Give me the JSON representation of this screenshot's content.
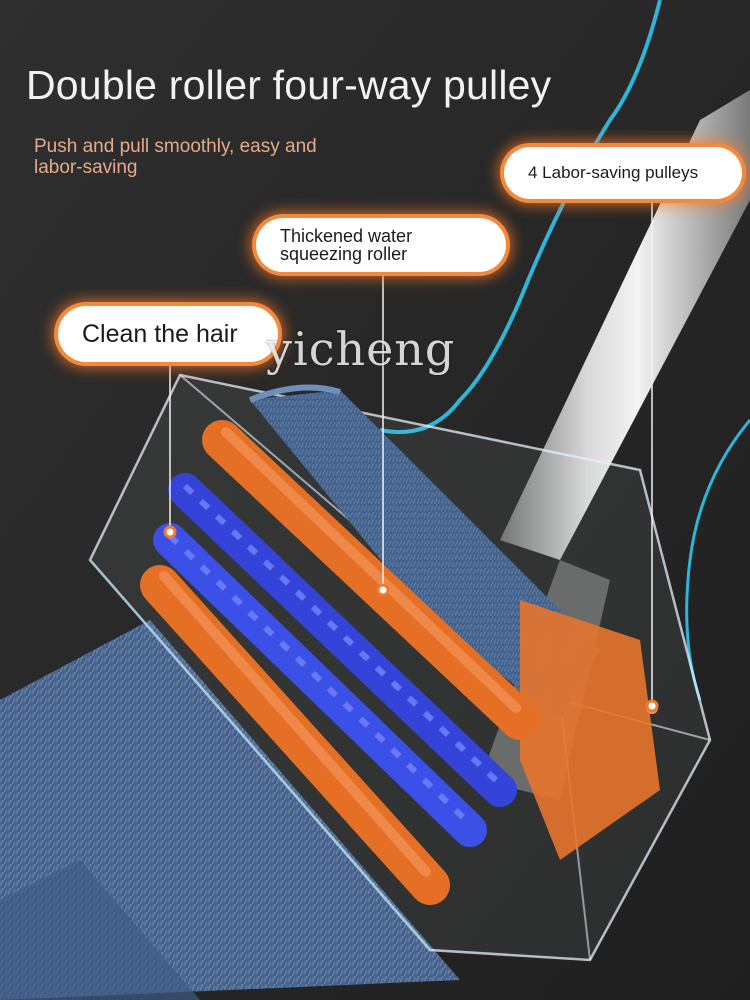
{
  "headline": "Double roller four-way pulley",
  "subtitle": "Push and pull smoothly, easy and labor-saving",
  "callouts": {
    "pulleys": "4 Labor-saving pulleys",
    "roller_line1": "Thickened water",
    "roller_line2": "squeezing roller",
    "hair": "Clean the hair"
  },
  "watermark": "yicheng",
  "colors": {
    "background": "#2b2b2b",
    "accent_orange": "#f07a2e",
    "roller_blue": "#3a4fe0",
    "mop_blue": "#4d6a94",
    "guide_cyan": "#2fb5d8"
  }
}
